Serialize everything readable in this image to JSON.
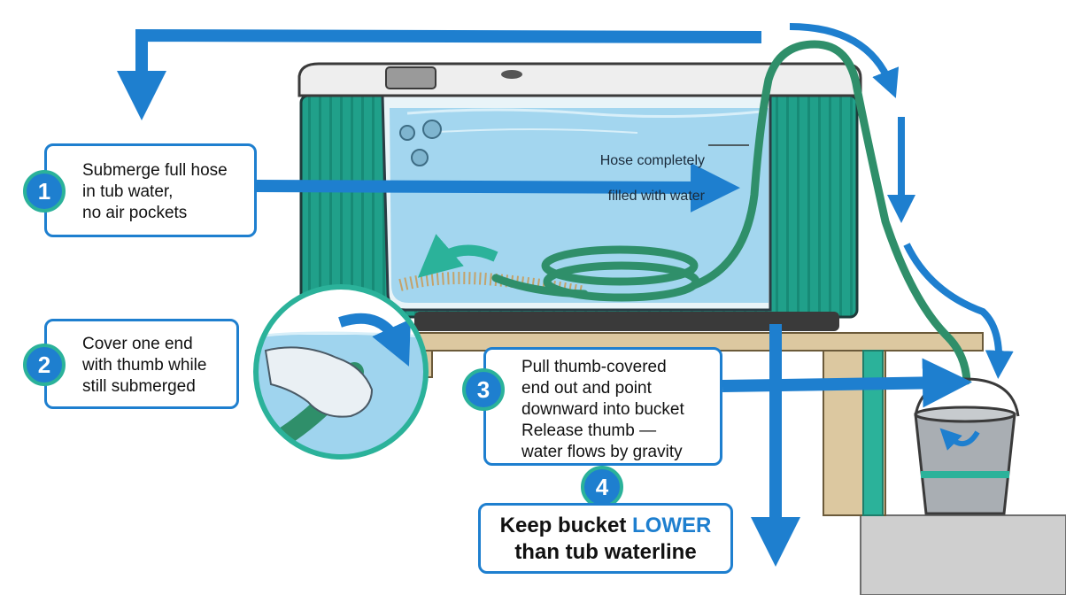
{
  "colors": {
    "arrow_blue": "#1e7fcf",
    "tub_green": "#20a08a",
    "water": "#9fd4ee",
    "hose": "#2f8f6a",
    "wood": "#dcc8a0",
    "concrete": "#cfcfcf",
    "bucket": "#9aa0a6"
  },
  "callout": {
    "line1": "Hose completely",
    "line2": "filled with water"
  },
  "steps": [
    {
      "number": "1",
      "text": "Submerge full hose\nin tub water,\nno air pockets"
    },
    {
      "number": "2",
      "text": "Cover one end\nwith thumb while\nstill submerged"
    },
    {
      "number": "3",
      "text": "Pull thumb-covered\nend out and point\ndownward into bucket\nRelease thumb —\nwater flows by gravity"
    },
    {
      "number": "4",
      "line1_prefix": "Keep bucket ",
      "line1_emphasis": "LOWER",
      "line2": "than tub waterline"
    }
  ]
}
